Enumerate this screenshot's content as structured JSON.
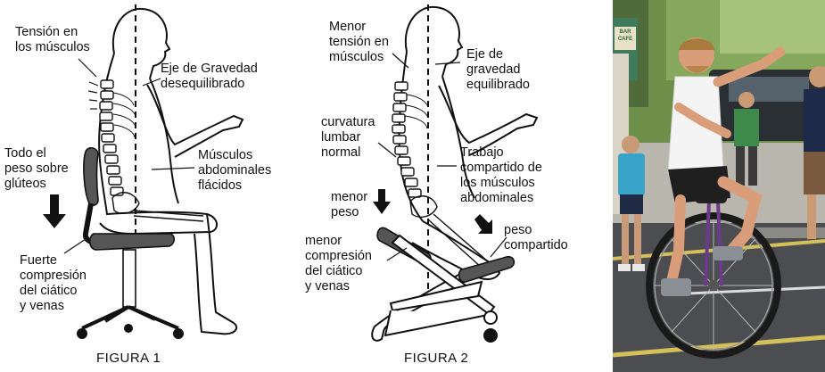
{
  "figure1": {
    "caption": "FIGURA 1",
    "labels": {
      "tension": "Tensión en\nlos músculos",
      "gravity_axis": "Eje de Gravedad\ndesequilibrado",
      "weight": "Todo el\npeso sobre\nglúteos",
      "abdominals": "Músculos\nabdominales\nflácidos",
      "compression": "Fuerte\ncompresión\ndel ciático\ny venas"
    }
  },
  "figure2": {
    "caption": "FIGURA 2",
    "labels": {
      "tension": "Menor\ntensión en\nmúsculos",
      "gravity_axis": "Eje de\ngravedad\nequilibrado",
      "curvature": "curvatura\nlumbar\nnormal",
      "shared_work": "Trabajo\ncompartido de\nlos músculos\nabdominales",
      "less_weight": "menor\npeso",
      "shared_weight": "peso\ncompartido",
      "compression": "menor\ncompresión\ndel ciático\ny venas"
    }
  },
  "photo": {
    "sign_text": "BAR\nCAFE"
  }
}
